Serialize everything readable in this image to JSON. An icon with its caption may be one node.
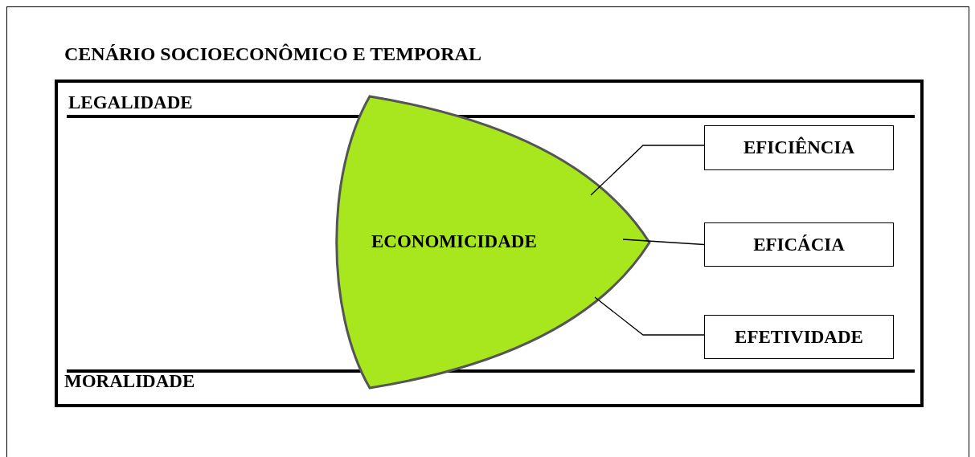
{
  "diagram": {
    "title": "CENÁRIO SOCIOECONÔMICO E TEMPORAL",
    "nodes": [
      {
        "text": [
          "LEGALIDADE",
          "MORALIDADE"
        ]
      },
      {
        "text": [
          "ECONOMICIDADE"
        ],
        "in": 0
      },
      {
        "text": [
          "EFICIÊNCIA"
        ],
        "in": 0
      },
      {
        "text": [
          "EFICÁCIA"
        ],
        "in": 0
      },
      {
        "text": [
          "EFETIVIDADE"
        ],
        "in": 0
      }
    ],
    "edges": [
      {
        "from": 2,
        "to": 1,
        "arrow": "none"
      },
      {
        "from": 3,
        "to": 1,
        "arrow": "none"
      },
      {
        "from": 4,
        "to": 1,
        "arrow": "none"
      }
    ]
  }
}
